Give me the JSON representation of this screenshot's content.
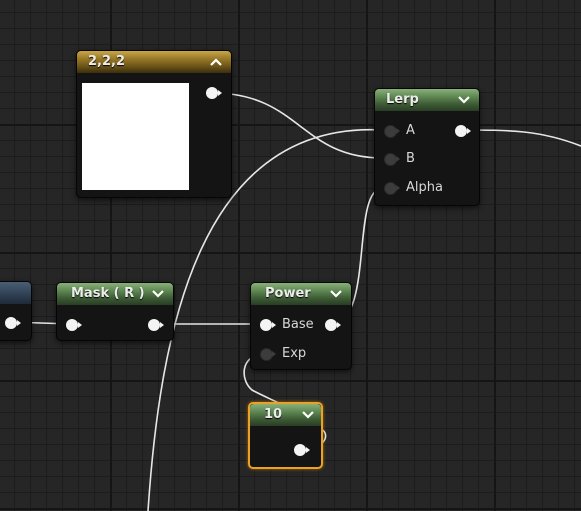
{
  "editor": {
    "accent_selection": "#e8a22a",
    "wire_color": "#e6e6e6",
    "header_color_green": "#5f8852",
    "header_color_gold": "#9a7a28"
  },
  "nodes": {
    "constant3": {
      "title": "2,2,2",
      "swatch_color": "#ffffff",
      "header_icon": "chevron-up-icon"
    },
    "lerp": {
      "title": "Lerp",
      "header_icon": "chevron-down-icon",
      "inputs": [
        "A",
        "B",
        "Alpha"
      ]
    },
    "mask": {
      "title": "Mask ( R )",
      "header_icon": "chevron-down-icon"
    },
    "power": {
      "title": "Power",
      "header_icon": "chevron-down-icon",
      "inputs": [
        "Base",
        "Exp"
      ]
    },
    "constant": {
      "title": "10",
      "header_icon": "chevron-down-icon",
      "selected": true
    }
  }
}
